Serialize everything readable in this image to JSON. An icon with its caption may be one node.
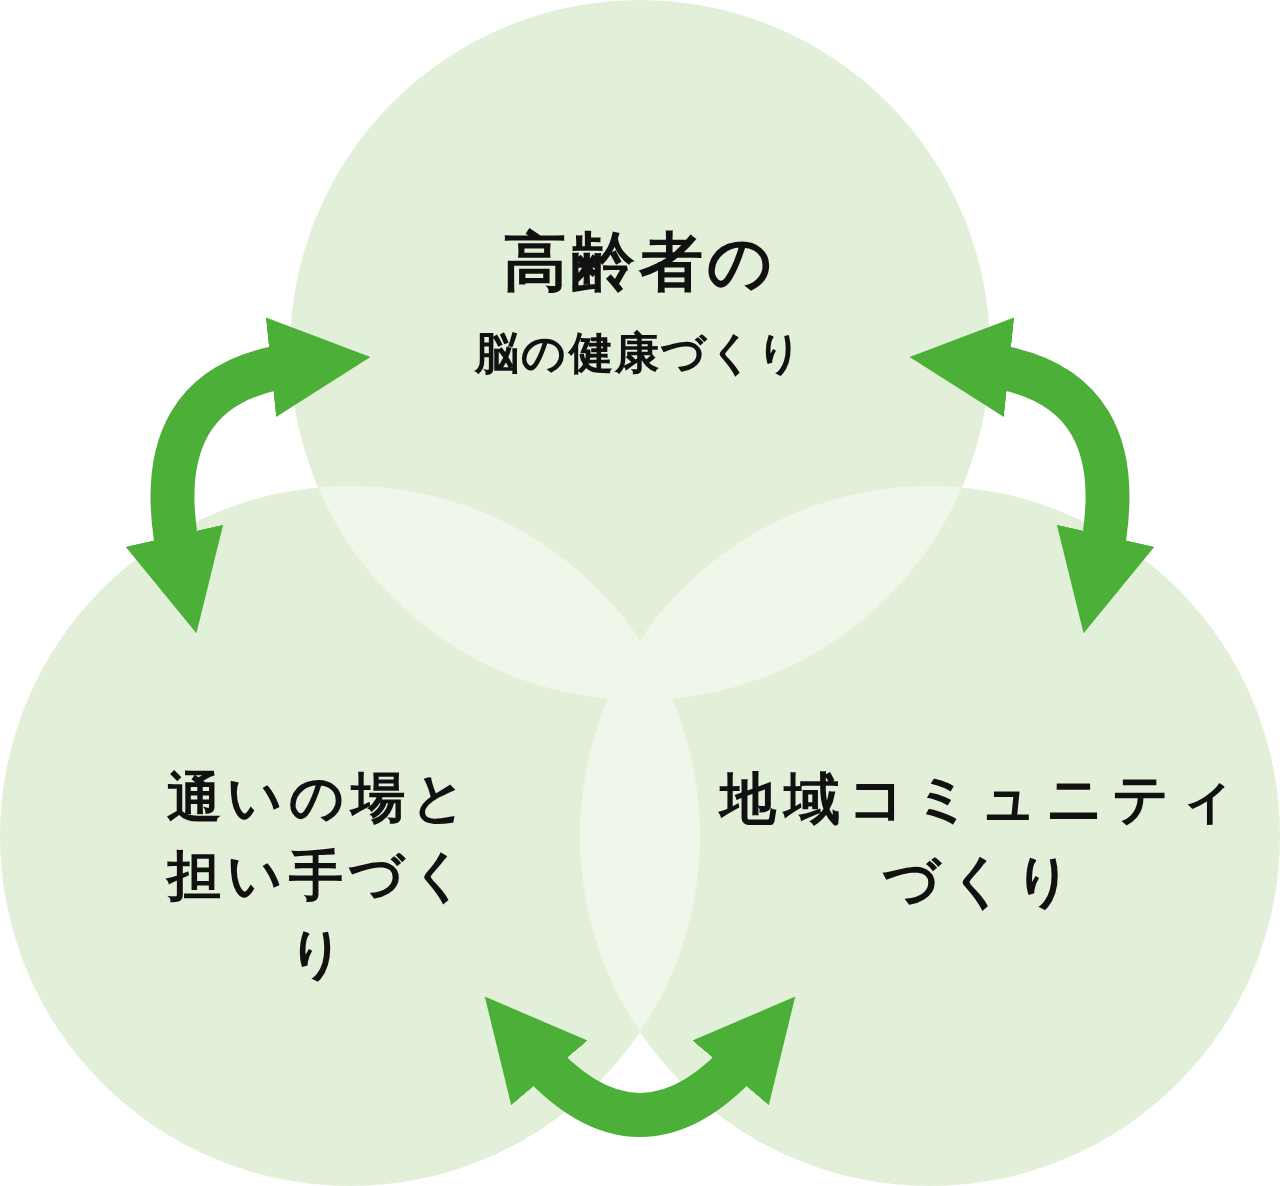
{
  "diagram": {
    "nodes": [
      {
        "text": [
          "高齢者の",
          "脳の健康づくり"
        ]
      },
      {
        "text": [
          "通いの場と担い手づくり"
        ]
      },
      {
        "text": [
          "地域コミュニティづくり"
        ]
      }
    ],
    "edges": [
      {
        "from": 0,
        "to": 1,
        "arrow": "both"
      },
      {
        "from": 0,
        "to": 2,
        "arrow": "both"
      },
      {
        "from": 1,
        "to": 2,
        "arrow": "both"
      }
    ]
  }
}
